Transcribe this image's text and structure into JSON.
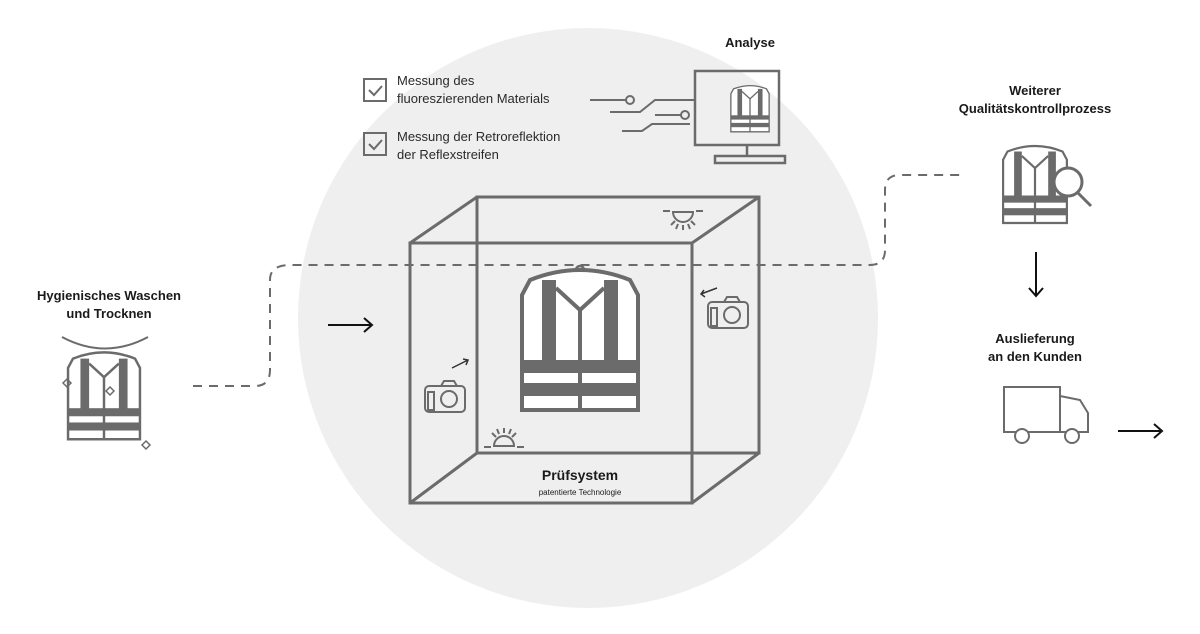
{
  "analysis": {
    "title": "Analyse",
    "checks": [
      {
        "line1": "Messung des",
        "line2": "fluoreszierenden Materials"
      },
      {
        "line1": "Messung der Retroreflektion",
        "line2": "der Reflexstreifen"
      }
    ]
  },
  "steps": {
    "washing": {
      "line1": "Hygienisches Waschen",
      "line2": "und Trocknen"
    },
    "system": {
      "title": "Prüfsystem",
      "subtitle": "patentierte Technologie"
    },
    "quality": {
      "line1": "Weiterer",
      "line2": "Qualitätskontrollprozess"
    },
    "delivery": {
      "line1": "Auslieferung",
      "line2": "an den Kunden"
    }
  },
  "colors": {
    "circle": "#efefef",
    "stroke": "#6b6b6b",
    "text": "#1a1a1a"
  }
}
